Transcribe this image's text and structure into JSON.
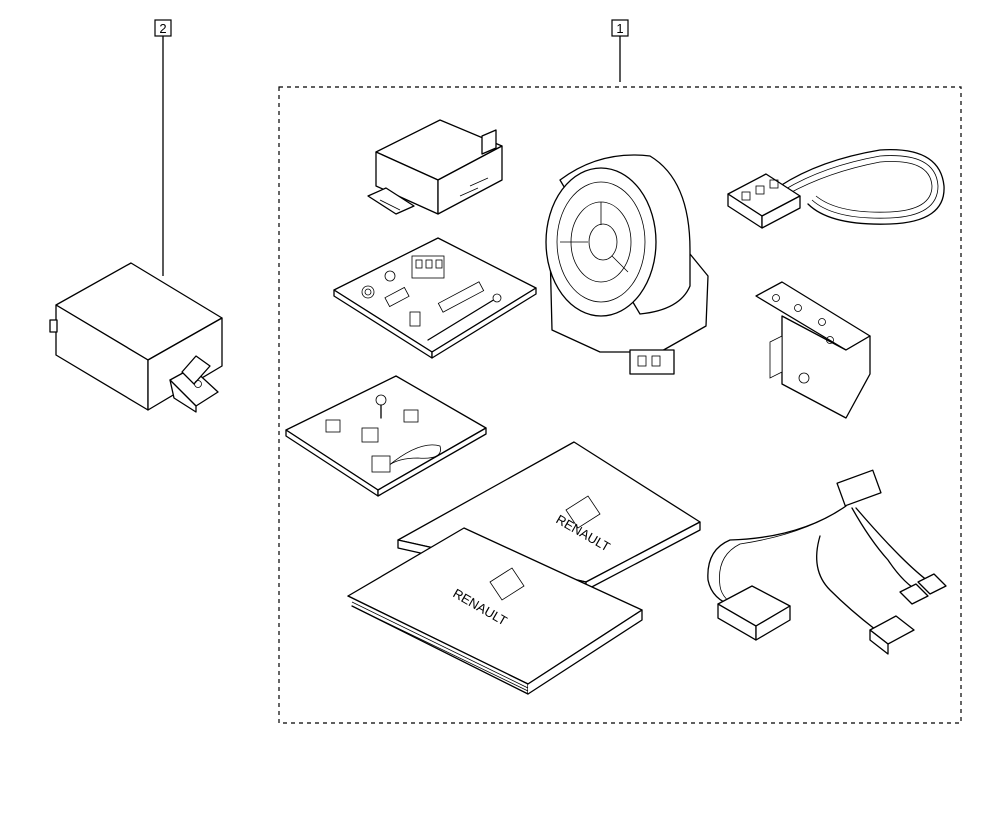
{
  "callouts": [
    {
      "id": "1",
      "label": "1"
    },
    {
      "id": "2",
      "label": "2"
    }
  ],
  "manual_brand": "RENAULT"
}
